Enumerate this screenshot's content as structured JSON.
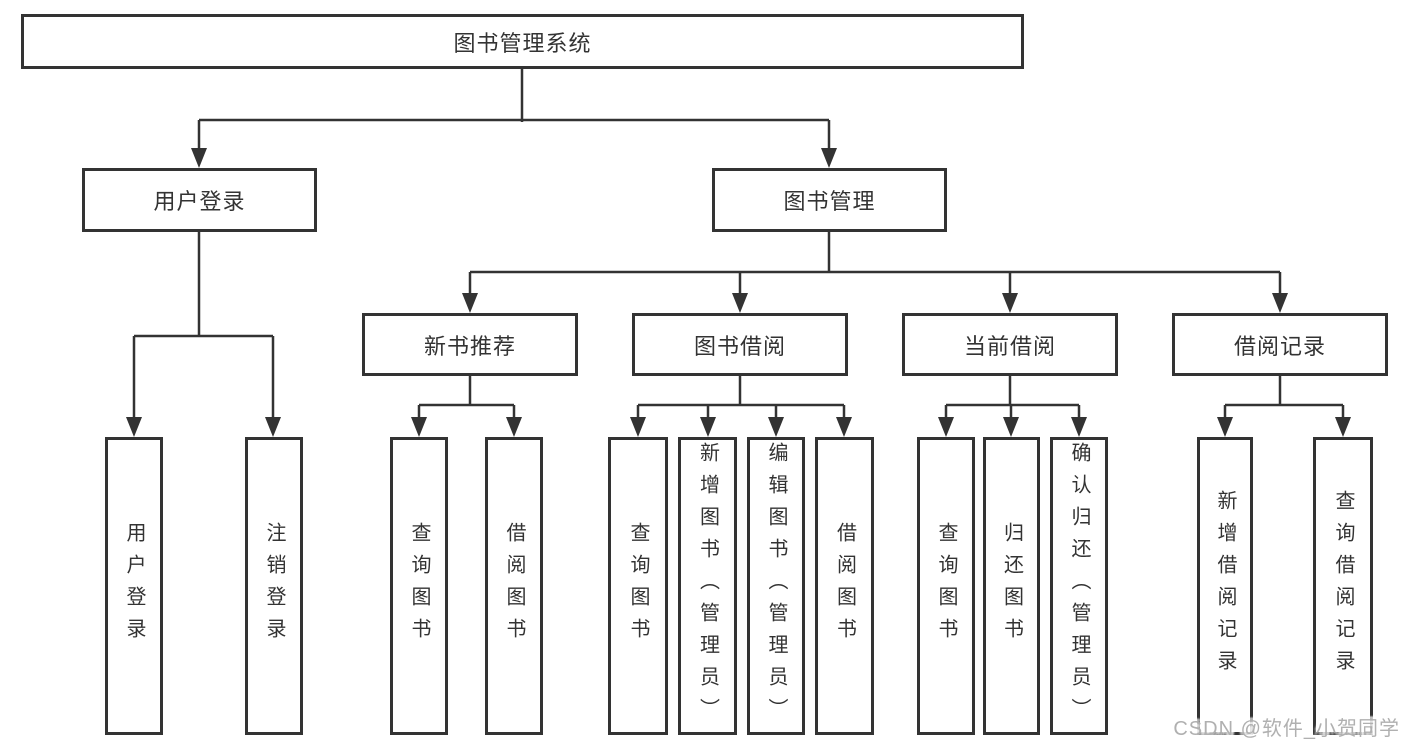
{
  "diagram": {
    "root": {
      "label": "图书管理系统"
    },
    "level2": [
      {
        "label": "用户登录"
      },
      {
        "label": "图书管理"
      }
    ],
    "level3": [
      {
        "label": "新书推荐"
      },
      {
        "label": "图书借阅"
      },
      {
        "label": "当前借阅"
      },
      {
        "label": "借阅记录"
      }
    ],
    "leaves": [
      {
        "label": "用户登录"
      },
      {
        "label": "注销登录"
      },
      {
        "label": "查询图书"
      },
      {
        "label": "借阅图书"
      },
      {
        "label": "查询图书"
      },
      {
        "label": "新增图书（管理员）"
      },
      {
        "label": "编辑图书（管理员）"
      },
      {
        "label": "借阅图书"
      },
      {
        "label": "查询图书"
      },
      {
        "label": "归还图书"
      },
      {
        "label": "确认归还（管理员）"
      },
      {
        "label": "新增借阅记录"
      },
      {
        "label": "查询借阅记录"
      }
    ],
    "watermark": "CSDN @软件_小贺同学",
    "colors": {
      "line": "#333333",
      "text": "#333333",
      "background": "#ffffff",
      "watermark": "#b0b0b0"
    }
  }
}
